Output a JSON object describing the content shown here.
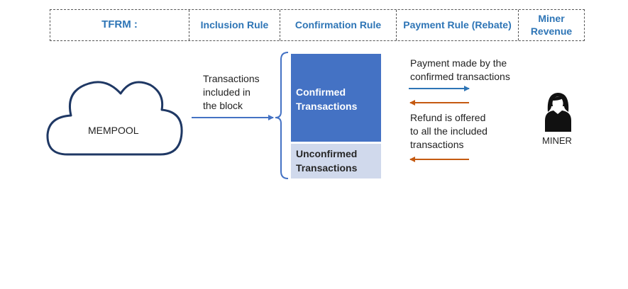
{
  "header": {
    "cells": [
      "TFRM :",
      "Inclusion Rule",
      "Confirmation Rule",
      "Payment Rule (Rebate)",
      "Miner\nRevenue"
    ]
  },
  "mempool": {
    "label": "MEMPOOL"
  },
  "inclusion": {
    "lines": [
      "Transactions",
      "included in",
      "the block"
    ]
  },
  "confirmed": {
    "lines": [
      "Confirmed",
      "Transactions"
    ]
  },
  "unconfirmed": {
    "lines": [
      "Unconfirmed",
      "Transactions"
    ]
  },
  "payment": {
    "lines": [
      "Payment made by the",
      "confirmed transactions"
    ]
  },
  "refund": {
    "lines": [
      "Refund is offered",
      "to all the included",
      "transactions"
    ]
  },
  "miner": {
    "label": "MINER",
    "icon": "person-icon"
  },
  "colors": {
    "header_text": "#2e75b6",
    "cloud_stroke": "#1f3864",
    "arrow_blue": "#4472c4",
    "payment_arrow": "#2e75b6",
    "refund_arrow": "#c55a11",
    "confirmed_fill": "#4472c4",
    "unconfirmed_fill": "#d0d9ec"
  }
}
